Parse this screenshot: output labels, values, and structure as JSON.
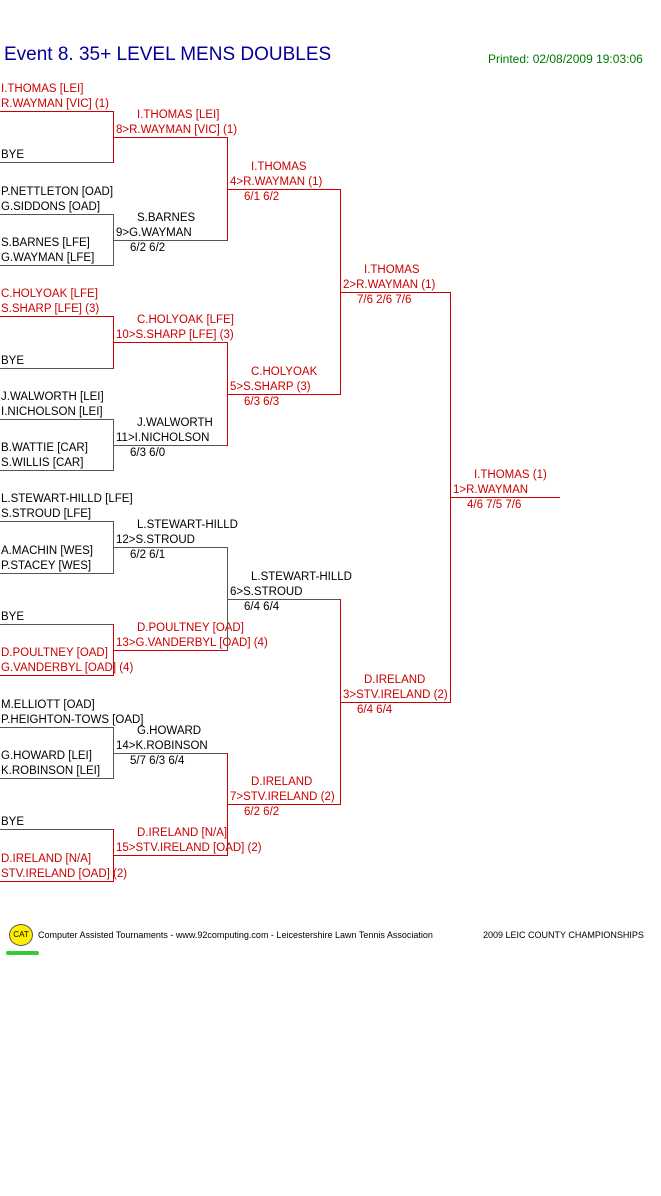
{
  "header": {
    "title": "Event 8. 35+ LEVEL MENS DOUBLES",
    "printed": "Printed: 02/08/2009 19:03:06"
  },
  "round1": [
    {
      "a": "I.THOMAS [LEI]",
      "b": "R.WAYMAN [VIC] (1)",
      "red": true
    },
    {
      "a": "BYE",
      "b": "",
      "red": false
    },
    {
      "a": "P.NETTLETON [OAD]",
      "b": "G.SIDDONS [OAD]",
      "red": false
    },
    {
      "a": "S.BARNES [LFE]",
      "b": "G.WAYMAN [LFE]",
      "red": false
    },
    {
      "a": "C.HOLYOAK [LFE]",
      "b": "S.SHARP [LFE] (3)",
      "red": true
    },
    {
      "a": "BYE",
      "b": "",
      "red": false
    },
    {
      "a": "J.WALWORTH [LEI]",
      "b": "I.NICHOLSON [LEI]",
      "red": false
    },
    {
      "a": "B.WATTIE [CAR]",
      "b": "S.WILLIS [CAR]",
      "red": false
    },
    {
      "a": "L.STEWART-HILLD [LFE]",
      "b": "S.STROUD [LFE]",
      "red": false
    },
    {
      "a": "A.MACHIN [WES]",
      "b": "P.STACEY [WES]",
      "red": false
    },
    {
      "a": "BYE",
      "b": "",
      "red": false
    },
    {
      "a": "D.POULTNEY [OAD]",
      "b": "G.VANDERBYL [OAD] (4)",
      "red": true
    },
    {
      "a": "M.ELLIOTT [OAD]",
      "b": "P.HEIGHTON-TOWS [OAD]",
      "red": false
    },
    {
      "a": "G.HOWARD [LEI]",
      "b": "K.ROBINSON [LEI]",
      "red": false
    },
    {
      "a": "BYE",
      "b": "",
      "red": false
    },
    {
      "a": "D.IRELAND [N/A]",
      "b": "STV.IRELAND [OAD] (2)",
      "red": true
    }
  ],
  "round2": [
    {
      "a": "I.THOMAS [LEI]",
      "b": "8>R.WAYMAN [VIC] (1)",
      "score": "",
      "red": true
    },
    {
      "a": "S.BARNES",
      "b": "9>G.WAYMAN",
      "score": "6/2 6/2",
      "red": false
    },
    {
      "a": "C.HOLYOAK [LFE]",
      "b": "10>S.SHARP [LFE] (3)",
      "score": "",
      "red": true
    },
    {
      "a": "J.WALWORTH",
      "b": "11>I.NICHOLSON",
      "score": "6/3 6/0",
      "red": false
    },
    {
      "a": "L.STEWART-HILLD",
      "b": "12>S.STROUD",
      "score": "6/2 6/1",
      "red": false
    },
    {
      "a": "D.POULTNEY [OAD]",
      "b": "13>G.VANDERBYL [OAD] (4)",
      "score": "",
      "red": true
    },
    {
      "a": "G.HOWARD",
      "b": "14>K.ROBINSON",
      "score": "5/7 6/3 6/4",
      "red": false
    },
    {
      "a": "D.IRELAND [N/A]",
      "b": "15>STV.IRELAND [OAD] (2)",
      "score": "",
      "red": true
    }
  ],
  "round3": [
    {
      "a": "I.THOMAS",
      "b": "4>R.WAYMAN (1)",
      "score": "6/1 6/2",
      "red": true
    },
    {
      "a": "C.HOLYOAK",
      "b": "5>S.SHARP (3)",
      "score": "6/3 6/3",
      "red": true
    },
    {
      "a": "L.STEWART-HILLD",
      "b": "6>S.STROUD",
      "score": "6/4 6/4",
      "red": false
    },
    {
      "a": "D.IRELAND",
      "b": "7>STV.IRELAND (2)",
      "score": "6/2 6/2",
      "red": true
    }
  ],
  "round4": [
    {
      "a": "I.THOMAS",
      "b": "2>R.WAYMAN (1)",
      "score": "7/6 2/6 7/6",
      "red": true
    },
    {
      "a": "D.IRELAND",
      "b": "3>STV.IRELAND (2)",
      "score": "6/4 6/4",
      "red": true
    }
  ],
  "final": {
    "a": "I.THOMAS (1)",
    "b": "1>R.WAYMAN",
    "score": "4/6 7/5 7/6",
    "red": true
  },
  "footer": {
    "logo": "CAT",
    "credit": "Computer Assisted Tournaments - www.92computing.com -  Leicestershire Lawn Tennis Association",
    "event": "2009 LEIC COUNTY CHAMPIONSHIPS"
  }
}
